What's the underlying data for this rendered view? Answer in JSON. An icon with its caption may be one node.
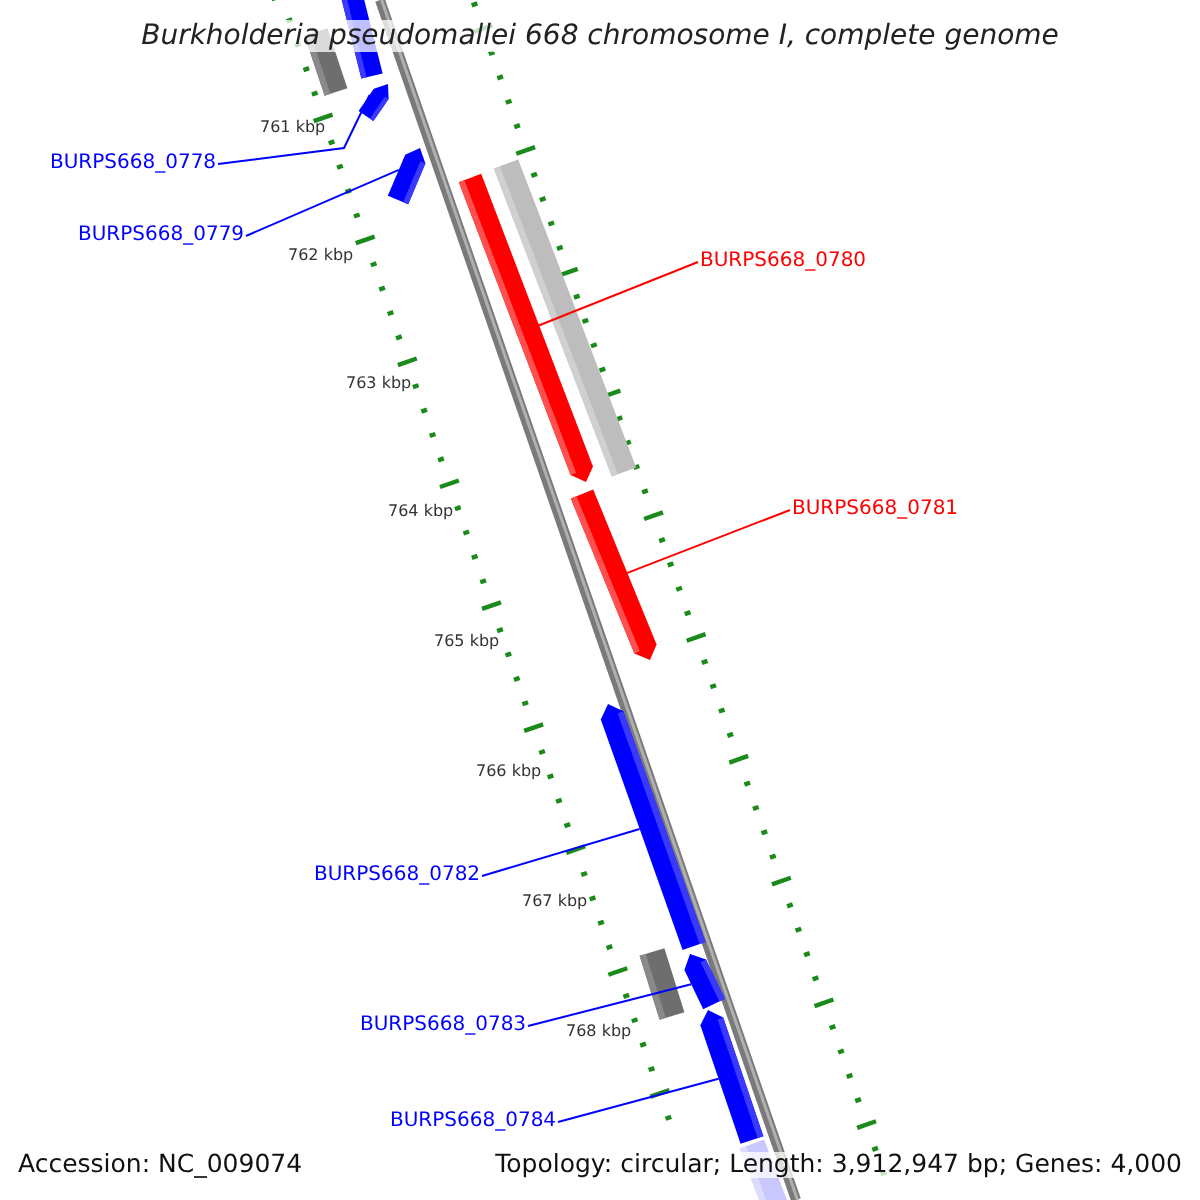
{
  "diagram": {
    "title": "Burkholderia pseudomallei 668 chromosome I, complete genome",
    "nodes": [
      {
        "text": [
          "BURPS668_0778"
        ]
      },
      {
        "text": [
          "BURPS668_0779"
        ]
      },
      {
        "text": [
          "BURPS668_0780"
        ]
      },
      {
        "text": [
          "BURPS668_0781"
        ]
      },
      {
        "text": [
          "BURPS668_0782"
        ]
      },
      {
        "text": [
          "BURPS668_0783"
        ]
      },
      {
        "text": [
          "BURPS668_0784"
        ]
      },
      {
        "text": [],
        "shape": "bar"
      },
      {
        "text": [],
        "shape": "bar"
      },
      {
        "text": [],
        "shape": "bar"
      },
      {
        "text": [],
        "shape": "bar"
      },
      {
        "text": [],
        "shape": "bar"
      },
      {
        "text": [],
        "shape": "bar"
      },
      {
        "text": [],
        "shape": "bar"
      }
    ],
    "edges": [
      {
        "from": 0,
        "to": 7,
        "arrow": "none",
        "color": "#0000ff"
      },
      {
        "from": 1,
        "to": 8,
        "arrow": "none",
        "color": "#0000ff"
      },
      {
        "from": 2,
        "to": 9,
        "arrow": "none",
        "color": "#ff0000"
      },
      {
        "from": 3,
        "to": 10,
        "arrow": "none",
        "color": "#ff0000"
      },
      {
        "from": 4,
        "to": 11,
        "arrow": "none",
        "color": "#0000ff"
      },
      {
        "from": 5,
        "to": 12,
        "arrow": "none",
        "color": "#0000ff"
      },
      {
        "from": 6,
        "to": 13,
        "arrow": "none",
        "color": "#0000ff"
      }
    ],
    "labels": [
      "761 kbp",
      "762 kbp",
      "763 kbp",
      "764 kbp",
      "765 kbp",
      "766 kbp",
      "767 kbp",
      "768 kbp",
      "Accession: NC_009074",
      "Topology: circular; Length: 3,912,947 bp; Genes: 4,000"
    ]
  }
}
